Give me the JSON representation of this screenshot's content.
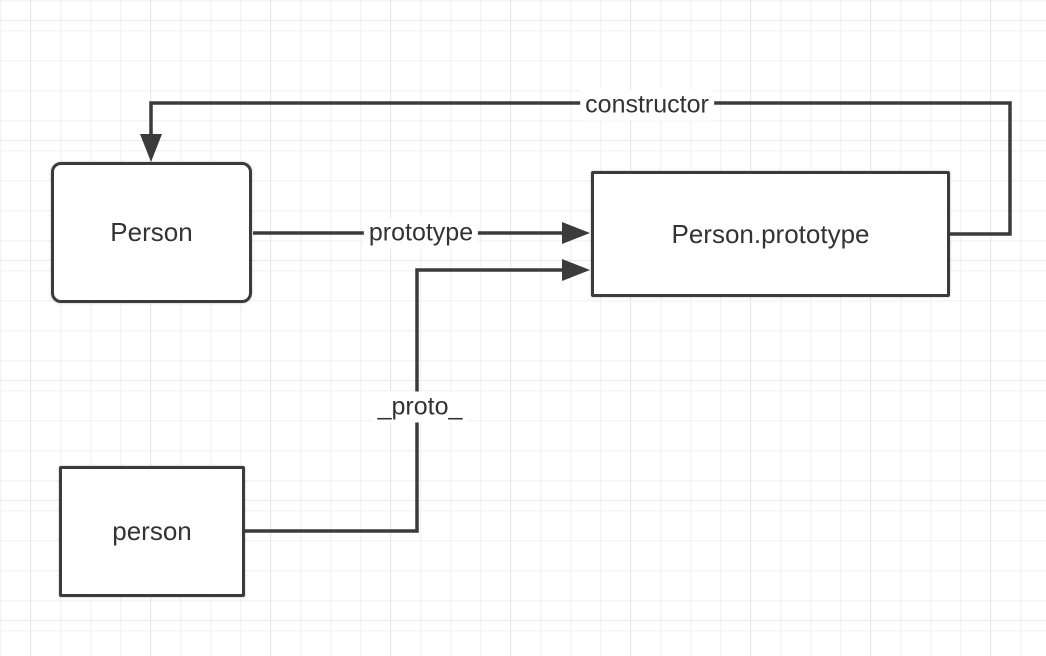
{
  "colors": {
    "stroke": "#3b3b3b",
    "text": "#333333",
    "node_fill": "#ffffff",
    "grid_minor": "#f4f4f4",
    "grid_major": "#e9e9e9",
    "background": "#ffffff"
  },
  "nodes": {
    "person_class": {
      "label": "Person"
    },
    "person_prototype": {
      "label": "Person.prototype"
    },
    "person_instance": {
      "label": "person"
    }
  },
  "edges": {
    "constructor": {
      "label": "constructor",
      "from": "Person.prototype",
      "to": "Person"
    },
    "prototype": {
      "label": "prototype",
      "from": "Person",
      "to": "Person.prototype"
    },
    "proto": {
      "label": "_proto_",
      "from": "person",
      "to": "Person.prototype"
    }
  }
}
